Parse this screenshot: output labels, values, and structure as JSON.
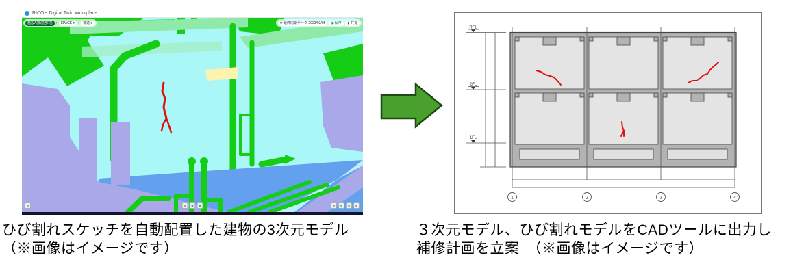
{
  "app_window": {
    "title": "RICOH Digital Twin Workplace",
    "toolbar": {
      "breadcrumb_root": "施設A(構造部材)",
      "separator": "›",
      "space_menu": "SPACE ▾",
      "category_menu": "構造 ▾",
      "sync_icon": "⟳",
      "sync_label": "最終同期データ 2023/02/05",
      "save_icon": "◉",
      "save_label": "保存",
      "share_icon": "❮",
      "share_label": "共有"
    }
  },
  "left_caption": {
    "line1": "ひび割れスケッチを自動配置した建物の3次元モデル",
    "line2": "（※画像はイメージです）"
  },
  "right_caption": {
    "line1": "３次元モデル、ひび割れモデルをCADツールに出力し",
    "line2": "補修計画を立案　（※画像はイメージです）"
  },
  "cad_drawing": {
    "levels": [
      "RFL",
      "2FL",
      "1FL"
    ],
    "grid_bubbles": [
      "1",
      "2",
      "3",
      "4"
    ]
  },
  "colors": {
    "pipe_green": "#16cd16",
    "wall_cyan": "#a9f7f7",
    "equipment_lavender": "#a9a9e9",
    "floor_blue": "#63a0ee",
    "crack_red": "#e01111",
    "highlight_cream": "#fcf3b0",
    "arrow_green": "#4aa02c",
    "cad_frame_gray": "#b3b3b3",
    "cad_panel_gray": "#e4e4e4"
  }
}
